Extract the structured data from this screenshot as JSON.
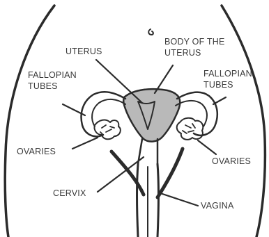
{
  "labels": {
    "uterus": "UTERUS",
    "body_of_uterus_line1": "BODY OF THE",
    "body_of_uterus_line2": "UTERUS",
    "fallopian_left_line1": "FALLOPIAN",
    "fallopian_left_line2": "TUBES",
    "fallopian_right_line1": "FALLOPIAN",
    "fallopian_right_line2": "TUBES",
    "ovaries_left": "OVARIES",
    "ovaries_right": "OVARIES",
    "cervix": "CERVIX",
    "vagina": "VAGINA"
  },
  "colors": {
    "background": "#ffffff",
    "ink": "#2b2b2b",
    "uterus_fill": "#b9b9b9",
    "label_text": "#3a3a3a"
  }
}
